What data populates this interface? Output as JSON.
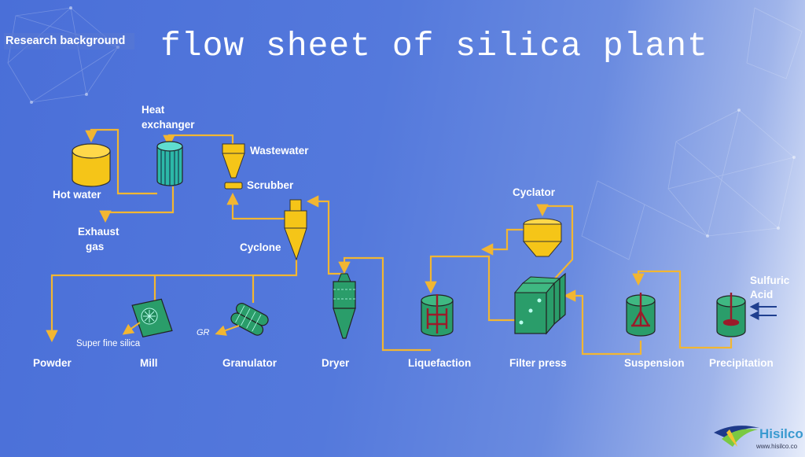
{
  "header": {
    "section_label": "Research background",
    "title": "flow sheet of silica plant"
  },
  "equipment": {
    "hot_water": "Hot water",
    "heat_exchanger_line1": "Heat",
    "heat_exchanger_line2": "exchanger",
    "wastewater": "Wastewater",
    "scrubber": "Scrubber",
    "exhaust_line1": "Exhaust",
    "exhaust_line2": "gas",
    "cyclone": "Cyclone",
    "cyclator": "Cyclator",
    "sulfuric_line1": "Sulfuric",
    "sulfuric_line2": "Acid",
    "super_fine_silica": "Super fine silica",
    "gr": "GR",
    "powder": "Powder",
    "mill": "Mill",
    "granulator": "Granulator",
    "dryer": "Dryer",
    "liquefaction": "Liquefaction",
    "filter_press": "Filter press",
    "suspension": "Suspension",
    "precipitation": "Precipitation"
  },
  "logo": {
    "brand": "Hisilco",
    "website": "www.hisilco.co"
  },
  "colors": {
    "pipe": "#f2b632",
    "vessel_green": "#2a9d6a",
    "vessel_yellow": "#f5c518",
    "agitator": "#9b1b2a",
    "acid_arrow": "#1f3f8f",
    "label": "#ffffff"
  }
}
